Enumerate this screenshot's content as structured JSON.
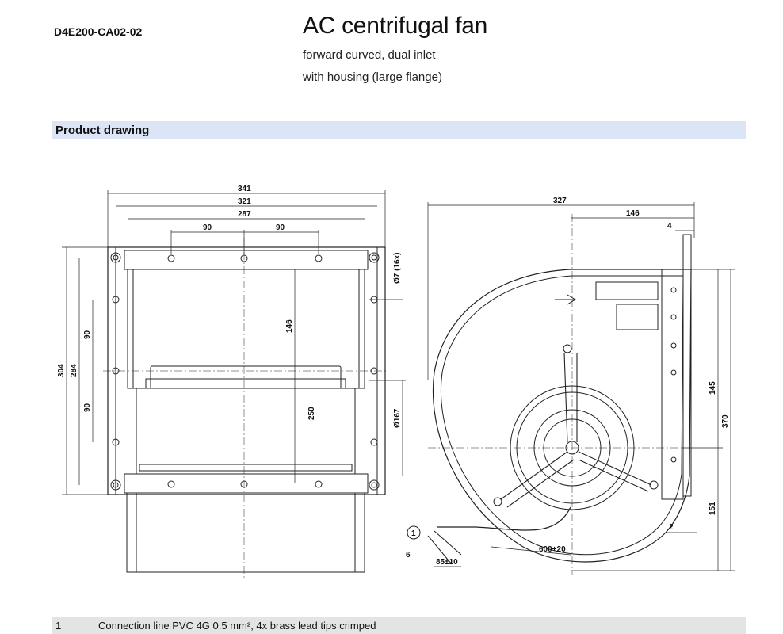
{
  "header": {
    "model": "D4E200-CA02-02",
    "title": "AC centrifugal fan",
    "subtitle_line1": "forward curved, dual inlet",
    "subtitle_line2": "with housing (large flange)"
  },
  "section": {
    "title": "Product drawing"
  },
  "drawing": {
    "front_view": {
      "dims": {
        "w341": "341",
        "w321": "321",
        "w287": "287",
        "h90_left": "90",
        "h90_right": "90",
        "v304": "304",
        "v284": "284",
        "v90_top": "90",
        "v90_bottom": "90",
        "v146": "146",
        "v250": "250",
        "hole": "Ø7 (16x)",
        "inlet": "Ø167"
      }
    },
    "side_view": {
      "dims": {
        "w327": "327",
        "w146": "146",
        "w4": "4",
        "v145": "145",
        "v370": "370",
        "v151": "151",
        "w2": "2",
        "w6": "6",
        "cable": "600+20",
        "lead": "85±10",
        "callout": "1"
      }
    }
  },
  "footer": {
    "index": "1",
    "note": "Connection line PVC 4G 0.5 mm², 4x brass lead tips crimped"
  }
}
